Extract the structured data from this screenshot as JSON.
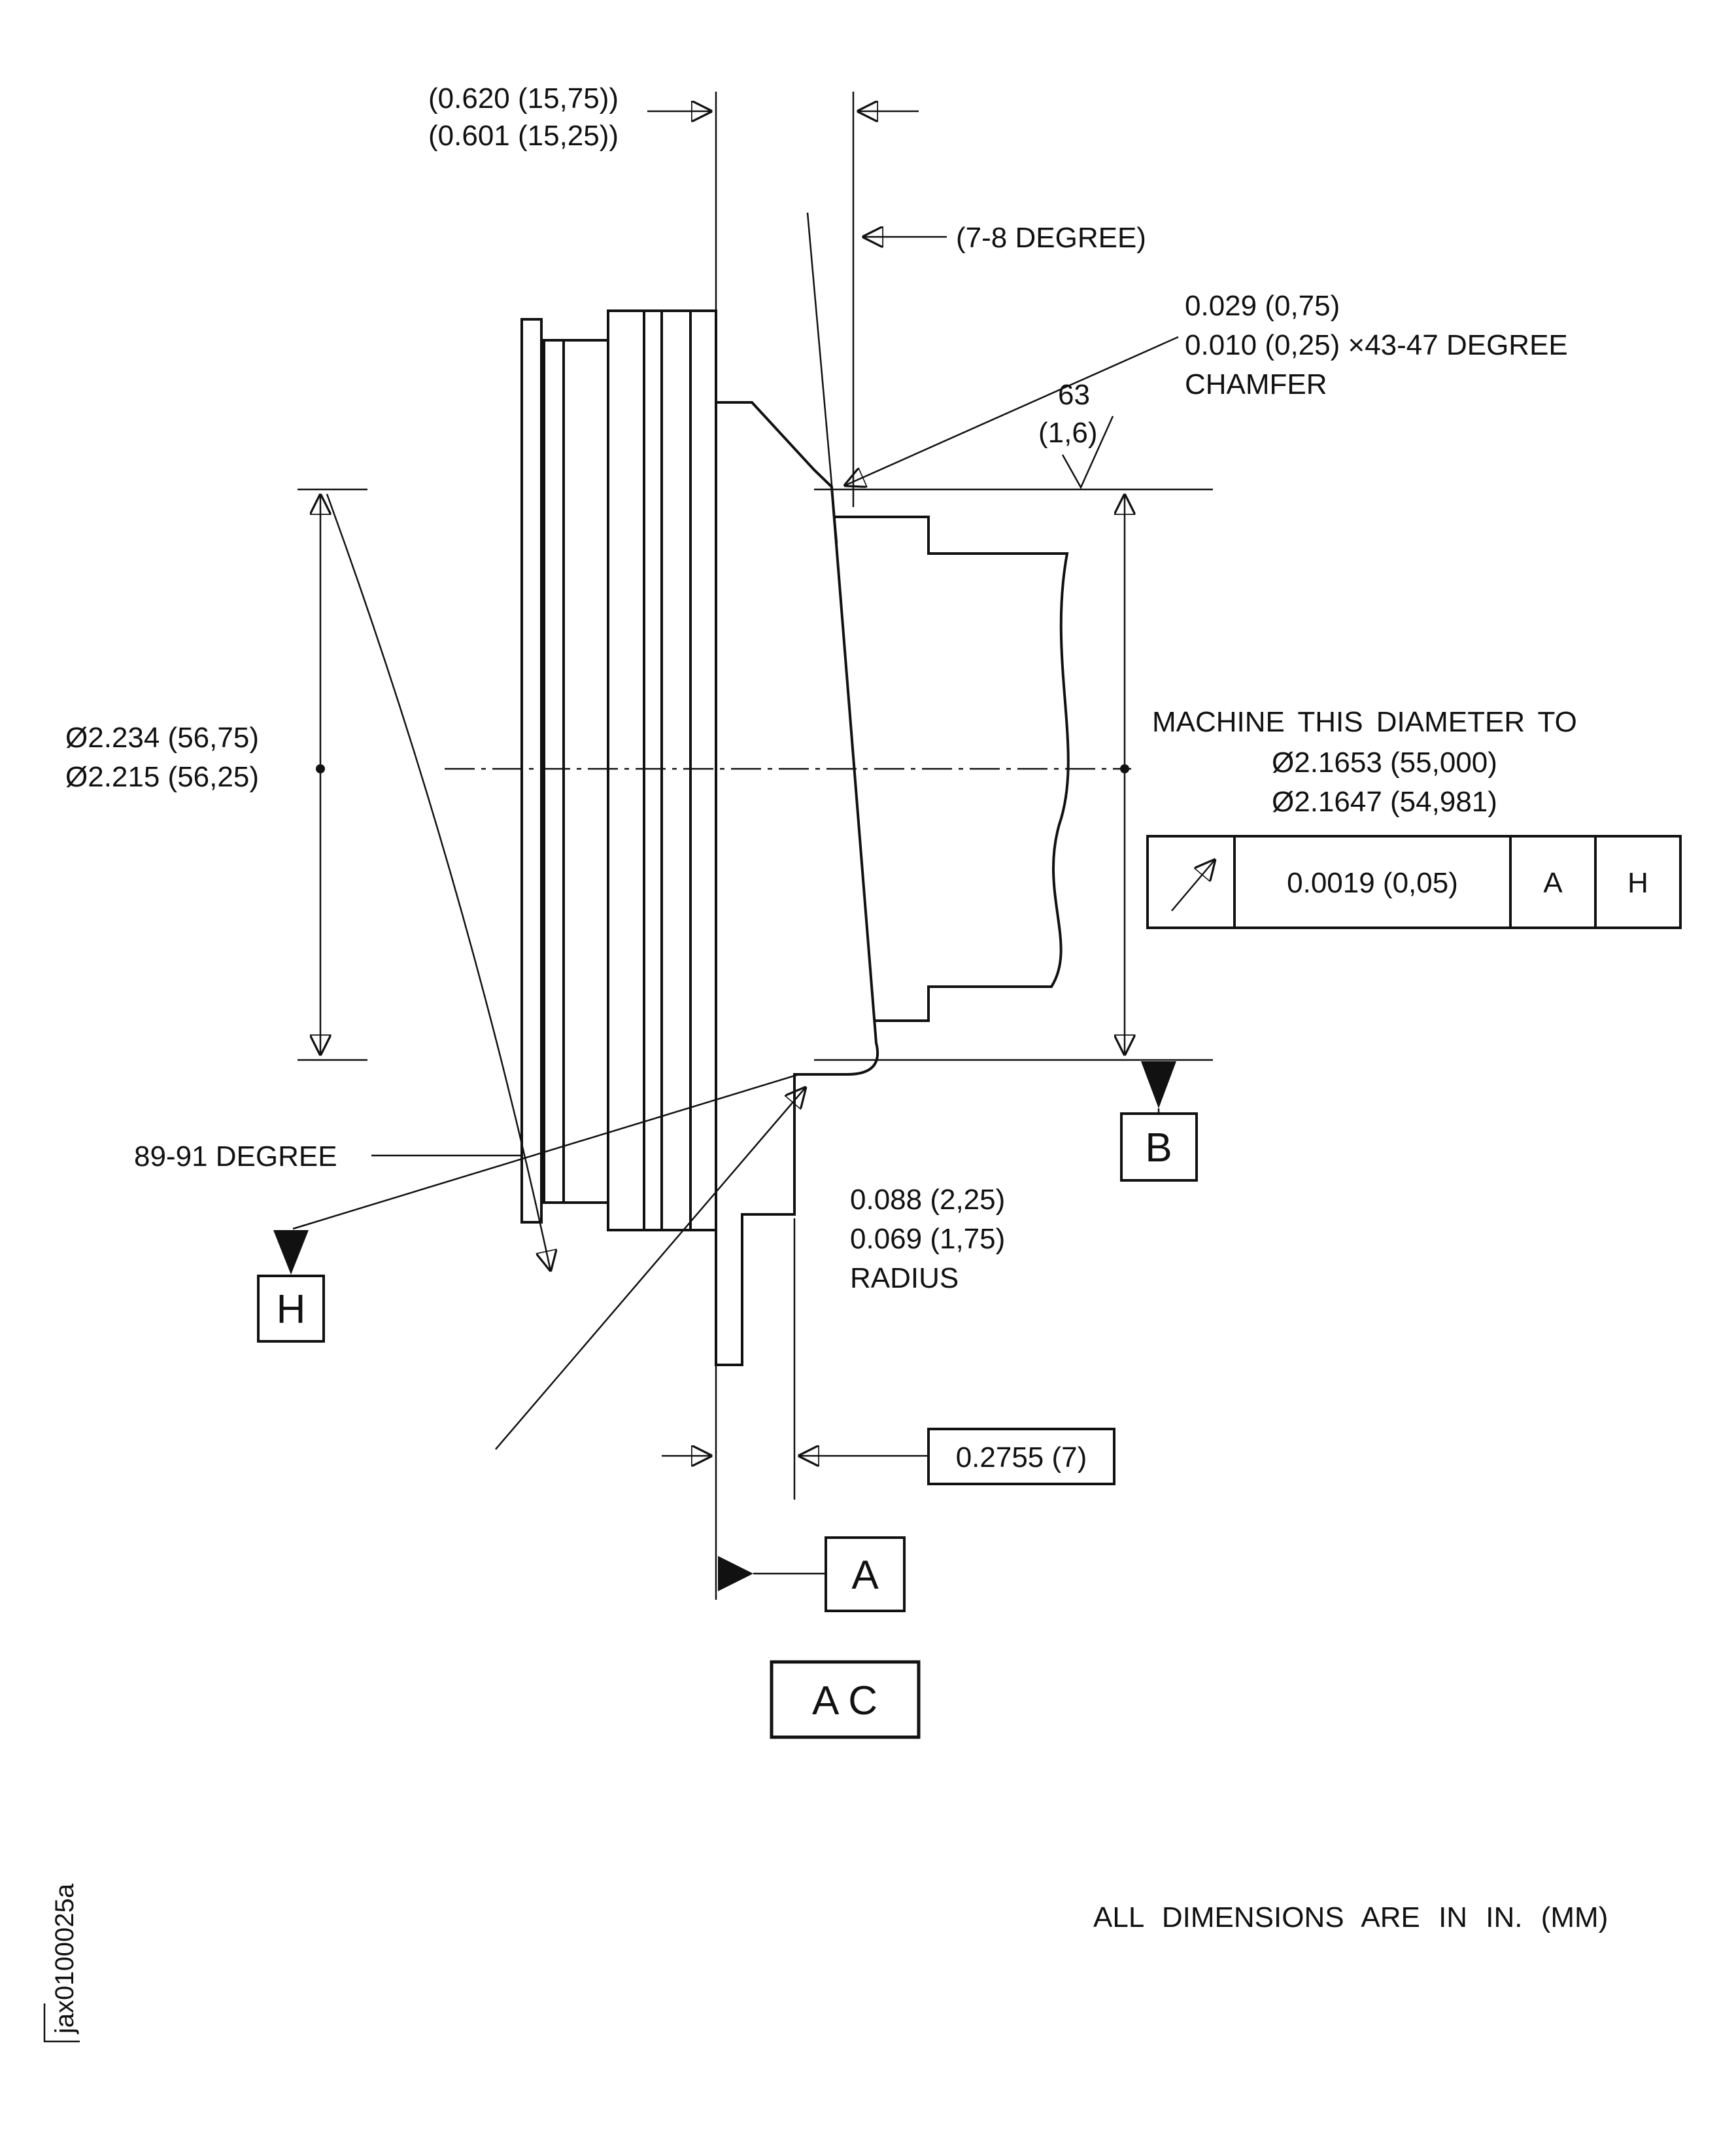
{
  "callouts": {
    "top_width_line1": "(0.620 (15,75))",
    "top_width_line2": "(0.601 (15,25))",
    "taper_angle": "(7-8  DEGREE)",
    "chamfer_line1": "0.029 (0,75)",
    "chamfer_line2": "0.010 (0,25) ×43-47  DEGREE",
    "chamfer_line3": "CHAMFER",
    "finish_value": "63",
    "finish_metric": "(1,6)",
    "left_dia_line1": "Ø2.234 (56,75)",
    "left_dia_line2": "Ø2.215 (56,25)",
    "machine_note": "MACHINE  THIS  DIAMETER  TO",
    "machine_dia_line1": "Ø2.1653 (55,000)",
    "machine_dia_line2": "Ø2.1647 (54,981)",
    "hub_angle": "89-91  DEGREE",
    "radius_line1": "0.088 (2,25)",
    "radius_line2": "0.069 (1,75)",
    "radius_line3": "RADIUS",
    "offset_dim": "0.2755 (7)"
  },
  "fcf": {
    "tolerance": "0.0019 (0,05)",
    "datum1": "A",
    "datum2": "H"
  },
  "datums": {
    "a": "A",
    "b": "B",
    "h": "H",
    "compound": "A C"
  },
  "notes": {
    "units": "ALL  DIMENSIONS  ARE  IN  IN. (MM)",
    "doc_id": "jax0100025a"
  }
}
